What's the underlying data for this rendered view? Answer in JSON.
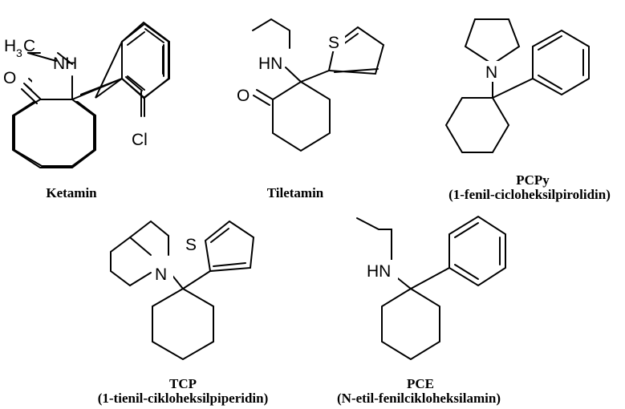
{
  "molecules": {
    "ketamin": {
      "caption": "Ketamin",
      "labels": {
        "h": "H",
        "three": "3",
        "c": "C",
        "nh": "NH",
        "o": "O",
        "cl": "Cl"
      }
    },
    "tiletamin": {
      "caption": "Tiletamin",
      "labels": {
        "hn": "HN",
        "s": "S",
        "o": "O"
      }
    },
    "pcpy": {
      "caption": "PCPy",
      "subcaption": "(1-fenil-cicloheksilpirolidin)",
      "labels": {
        "n": "N"
      }
    },
    "tcp": {
      "caption": "TCP",
      "subcaption": "(1-tienil-cikloheksilpiperidin)",
      "labels": {
        "n": "N",
        "s": "S"
      }
    },
    "pce": {
      "caption": "PCE",
      "subcaption": "(N-etil-fenilcikloheksilamin)",
      "labels": {
        "hn": "HN"
      }
    }
  }
}
